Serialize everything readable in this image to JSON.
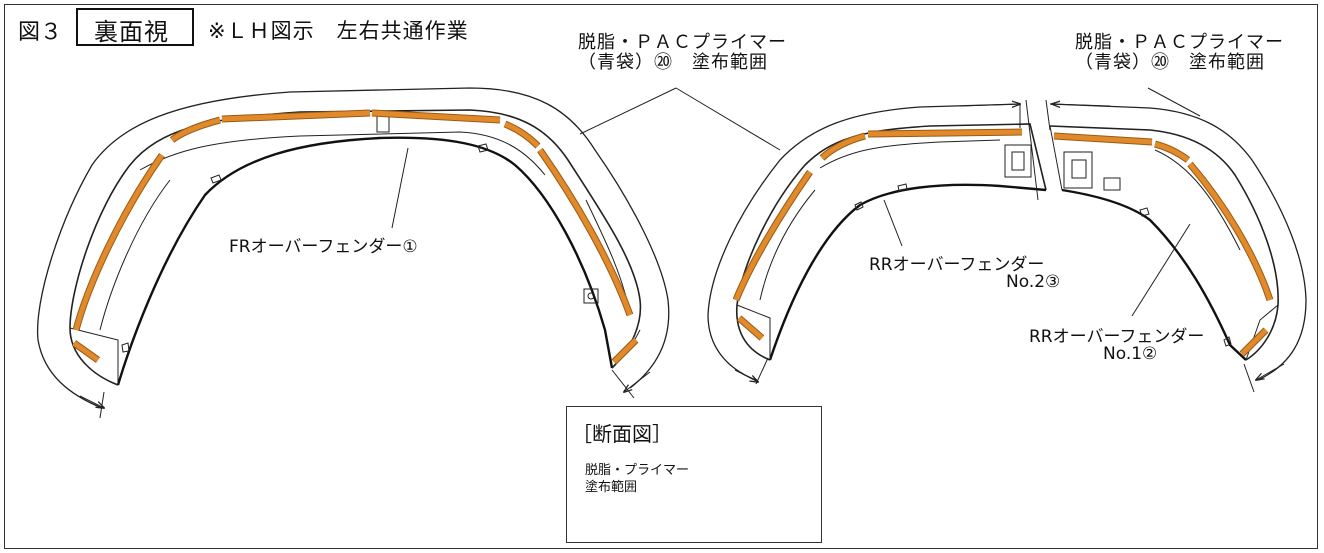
{
  "figure": {
    "number": "図３",
    "view_label": "裏面視",
    "note": "※ＬＨ図示　左右共通作業"
  },
  "callouts": {
    "range_line1": "脱脂・ＰＡＣプライマー",
    "range_line2": "（青袋）⑳　塗布範囲"
  },
  "parts": {
    "fr": "FRオーバーフェンダー①",
    "rr2_line1": "RRオーバーフェンダー",
    "rr2_line2": "No.2③",
    "rr1_line1": "RRオーバーフェンダー",
    "rr1_line2": "No.1②"
  },
  "section": {
    "title": "［断面図］",
    "line1": "脱脂・プライマー",
    "line2": "塗布範囲"
  },
  "colors": {
    "primer_strip": "#e08a2c",
    "primer_strip_edge": "#9a5a14",
    "line": "#222222"
  }
}
